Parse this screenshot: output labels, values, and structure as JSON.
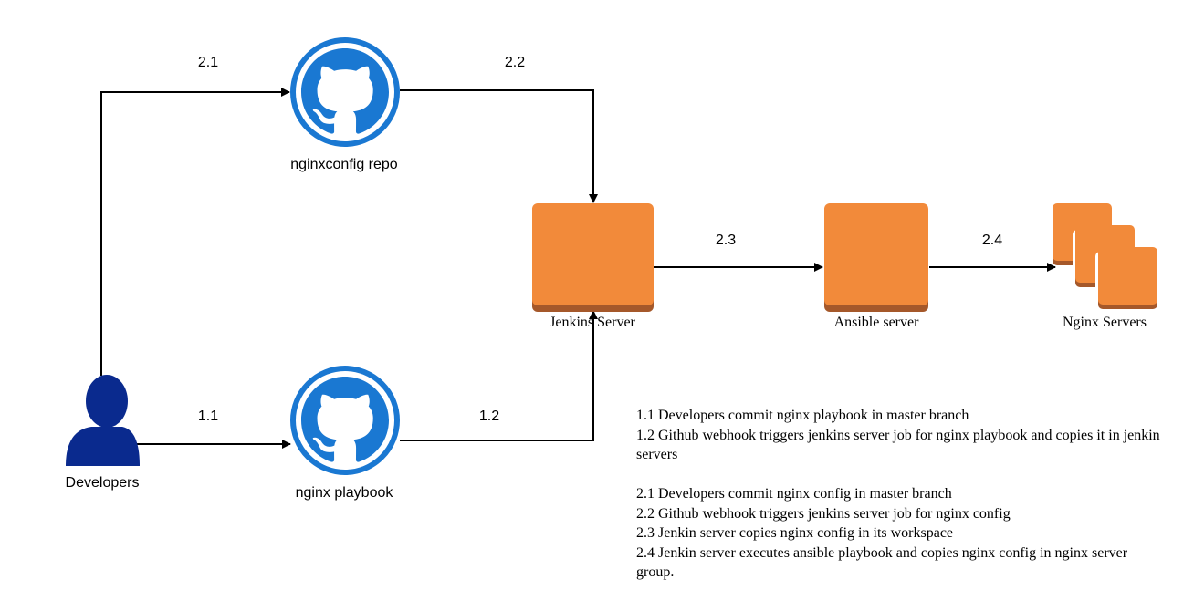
{
  "colors": {
    "github_blue": "#1a78d2",
    "developer_blue": "#0a2a8e",
    "server_orange": "#f28a3a",
    "server_shadow": "#a5582a",
    "arrow": "#000000"
  },
  "nodes": {
    "developers": {
      "label": "Developers",
      "icon": "user-icon"
    },
    "nginxconfig_repo": {
      "label": "nginxconfig repo",
      "icon": "github-icon"
    },
    "nginx_playbook": {
      "label": "nginx playbook",
      "icon": "github-icon"
    },
    "jenkins_server": {
      "label": "Jenkins Server",
      "icon": "server-icon"
    },
    "ansible_server": {
      "label": "Ansible server",
      "icon": "server-icon"
    },
    "nginx_servers": {
      "label": "Nginx Servers",
      "icon": "server-group-icon"
    }
  },
  "edges": {
    "e_2_1": {
      "label": "2.1",
      "from": "developers",
      "to": "nginxconfig_repo"
    },
    "e_2_2": {
      "label": "2.2",
      "from": "nginxconfig_repo",
      "to": "jenkins_server"
    },
    "e_1_1": {
      "label": "1.1",
      "from": "developers",
      "to": "nginx_playbook"
    },
    "e_1_2": {
      "label": "1.2",
      "from": "nginx_playbook",
      "to": "jenkins_server"
    },
    "e_2_3": {
      "label": "2.3",
      "from": "jenkins_server",
      "to": "ansible_server"
    },
    "e_2_4": {
      "label": "2.4",
      "from": "ansible_server",
      "to": "nginx_servers"
    }
  },
  "notes": {
    "group1": [
      "1.1 Developers commit nginx playbook in master branch",
      "1.2 Github webhook triggers jenkins server job for nginx playbook and copies it in jenkin servers"
    ],
    "group2": [
      "2.1 Developers commit nginx config in master branch",
      "2.2 Github webhook triggers jenkins server job for nginx config",
      "2.3 Jenkin server copies nginx config in its workspace",
      "2.4 Jenkin server executes ansible playbook and copies nginx config in nginx server group."
    ]
  }
}
